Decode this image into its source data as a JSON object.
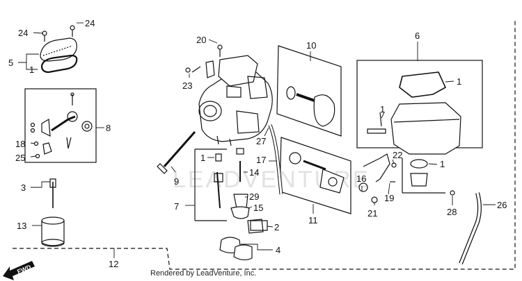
{
  "callouts": [
    "24",
    "24",
    "5",
    "1",
    "8",
    "18",
    "25",
    "3",
    "13",
    "12",
    "20",
    "23",
    "10",
    "9",
    "7",
    "1",
    "14",
    "29",
    "15",
    "2",
    "4",
    "27",
    "17",
    "11",
    "16",
    "21",
    "22",
    "19",
    "6",
    "1",
    "1",
    "1",
    "28",
    "26"
  ],
  "footer": "Rendered by LeadVenture, Inc.",
  "watermark": "LEADVENTURE",
  "fwd_label": "FWD",
  "colors": {
    "line": "#111111",
    "watermark": "#e2e2e2"
  }
}
